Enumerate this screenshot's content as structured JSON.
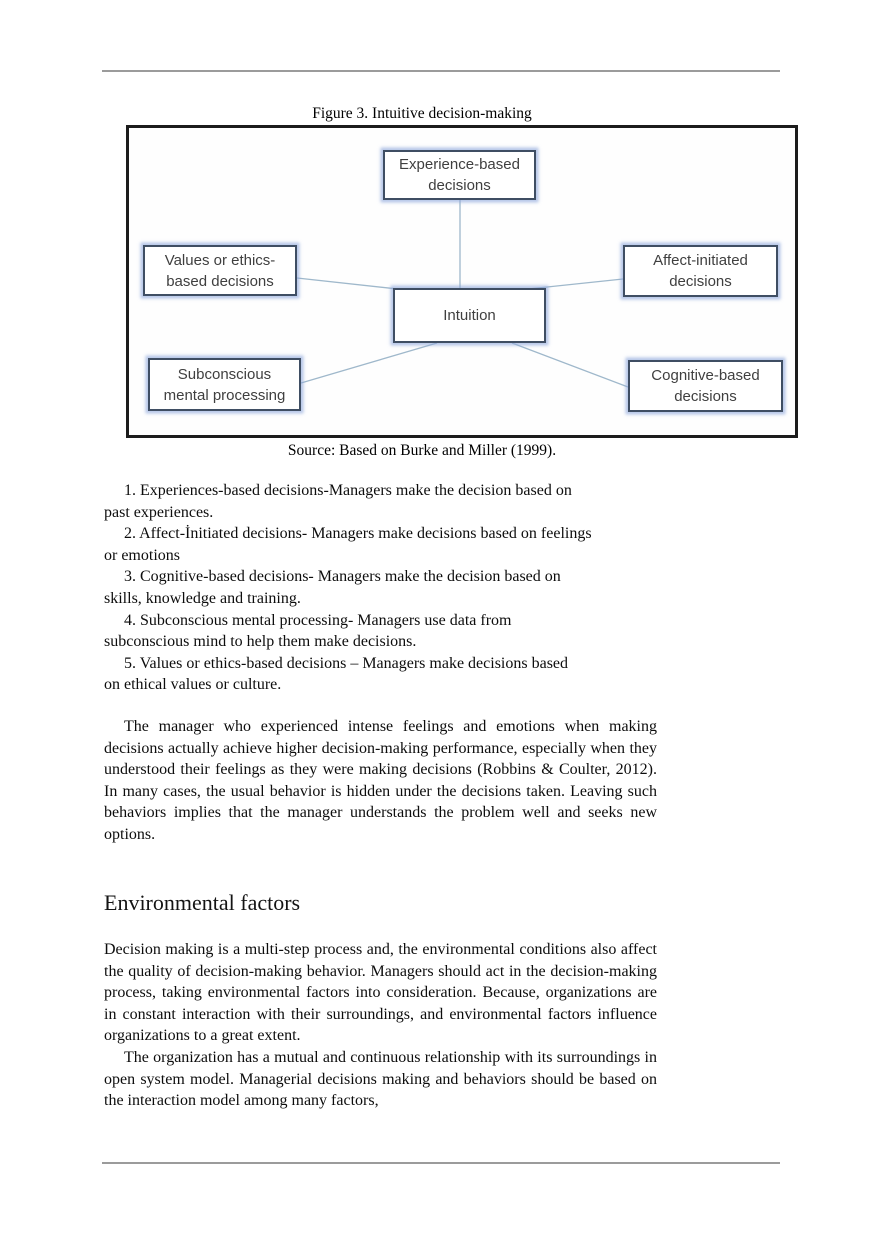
{
  "page": {
    "figure_caption": "Figure 3. Intuitive decision-making",
    "figure_source": "Source: Based on Burke and Miller (1999)."
  },
  "diagram": {
    "nodes": {
      "experience": [
        "Experience-based",
        "decisions"
      ],
      "values": [
        "Values or ethics-",
        "based decisions"
      ],
      "affect": [
        "Affect-initiated",
        "decisions"
      ],
      "intuition": "Intuition",
      "subconscious": [
        "Subconscious",
        "mental processing"
      ],
      "cognitive": [
        "Cognitive-based",
        "decisions"
      ]
    },
    "colors": {
      "node_border": "#3f4e63",
      "node_glow": "#8fa8db",
      "node_text": "#3f3f3f",
      "connector_line": "#9fb8cb",
      "frame_border": "#1c1c1c",
      "page_rule": "#9b9b9b"
    }
  },
  "list": {
    "items": [
      [
        "1. Experiences-based decisions-Managers make the decision based on",
        "past experiences."
      ],
      [
        "2. Affect-İnitiated decisions- Managers make decisions based on feelings",
        "or emotions"
      ],
      [
        "3. Cognitive-based decisions- Managers make the decision based on",
        "skills, knowledge and training."
      ],
      [
        "4. Subconscious mental processing- Managers use data from",
        "subconscious mind to help them make decisions."
      ],
      [
        "5. Values or ethics-based decisions – Managers make decisions based",
        "on ethical values or culture."
      ]
    ]
  },
  "paragraphs": {
    "manager_feelings": "The manager who experienced intense feelings and emotions when making decisions actually achieve higher decision-making performance, especially when they understood their feelings as they were making decisions (Robbins & Coulter, 2012). In many cases, the usual behavior is hidden under the decisions taken. Leaving such behaviors implies that the manager understands the problem well and seeks new options.",
    "env_intro": "Decision making is a multi-step process and, the environmental conditions also affect the quality of decision-making behavior. Managers should act in the decision-making process, taking environmental factors into consideration. Because, organizations are in constant interaction with their surroundings, and environmental factors influence organizations to a great extent.",
    "env_follow": "The organization has a mutual and continuous relationship with its surroundings in open system model. Managerial decisions making and behaviors should be based on the interaction model among many factors,"
  },
  "headings": {
    "environmental_factors": "Environmental factors"
  }
}
